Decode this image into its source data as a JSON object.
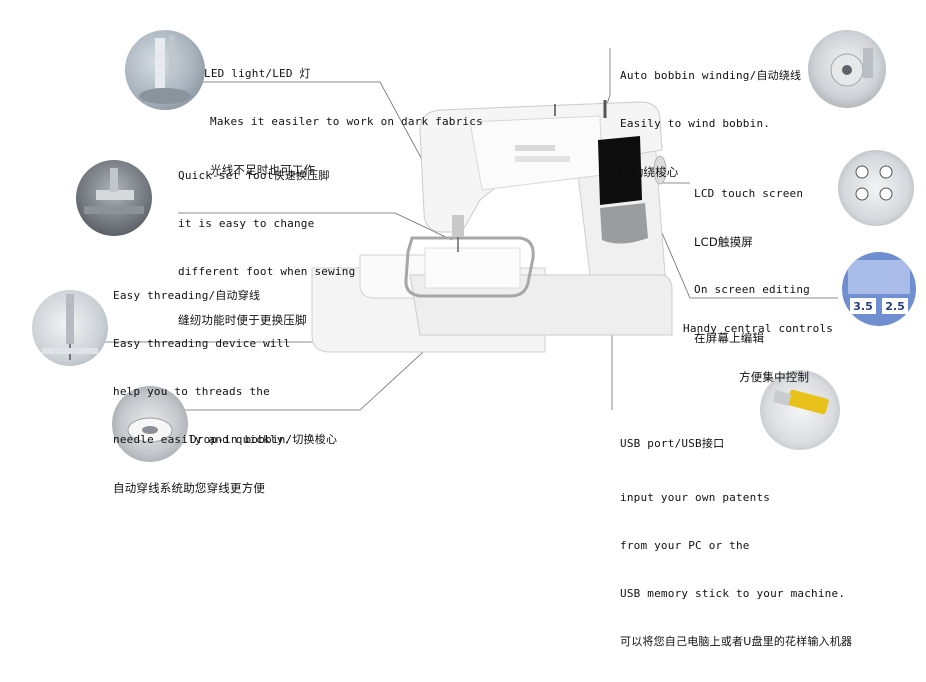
{
  "features": {
    "led": {
      "lines": [
        "LED light/LED 灯",
        "Makes it easiler to work on dark fabrics",
        "光线不足时也可工作"
      ]
    },
    "quick_set_foot": {
      "lines": [
        "Quick-set foot快速换压脚",
        "it is easy to change",
        "different foot when sewing",
        "缝纫功能时便于更换压脚"
      ]
    },
    "easy_threading": {
      "lines": [
        "Easy threading/自动穿线",
        "Easy threading device will",
        "help you to threads the",
        "needle easily and quickly.",
        "自动穿线系统助您穿线更方便"
      ]
    },
    "drop_in_bobbin": {
      "lines": [
        "Drop-in bobbin/切换梭心"
      ]
    },
    "auto_bobbin": {
      "lines": [
        "Auto bobbin winding/自动绕线",
        "Easily to wind bobbin.",
        "自动绕梭心"
      ]
    },
    "lcd": {
      "lines": [
        "LCD touch screen",
        "LCD触摸屏",
        "On screen editing",
        "在屏幕上编辑"
      ]
    },
    "central_controls": {
      "lines": [
        "Handy central controls",
        "方便集中控制"
      ]
    },
    "usb": {
      "lines": [
        "USB port/USB接口",
        "input your own patents",
        "from your PC or the",
        "USB memory stick to your machine.",
        "可以将您自己电脑上或者U盘里的花样输入机器"
      ]
    }
  },
  "inset_labels": {
    "display_value_a": "3.5",
    "display_value_b": "2.5"
  },
  "colors": {
    "machine_body": "#f2f2f2",
    "screen": "#0d0d0d",
    "accent_gray": "#9a9da0",
    "usb_yellow": "#e8c21a",
    "lcd_blue": "#6f8fd0"
  }
}
